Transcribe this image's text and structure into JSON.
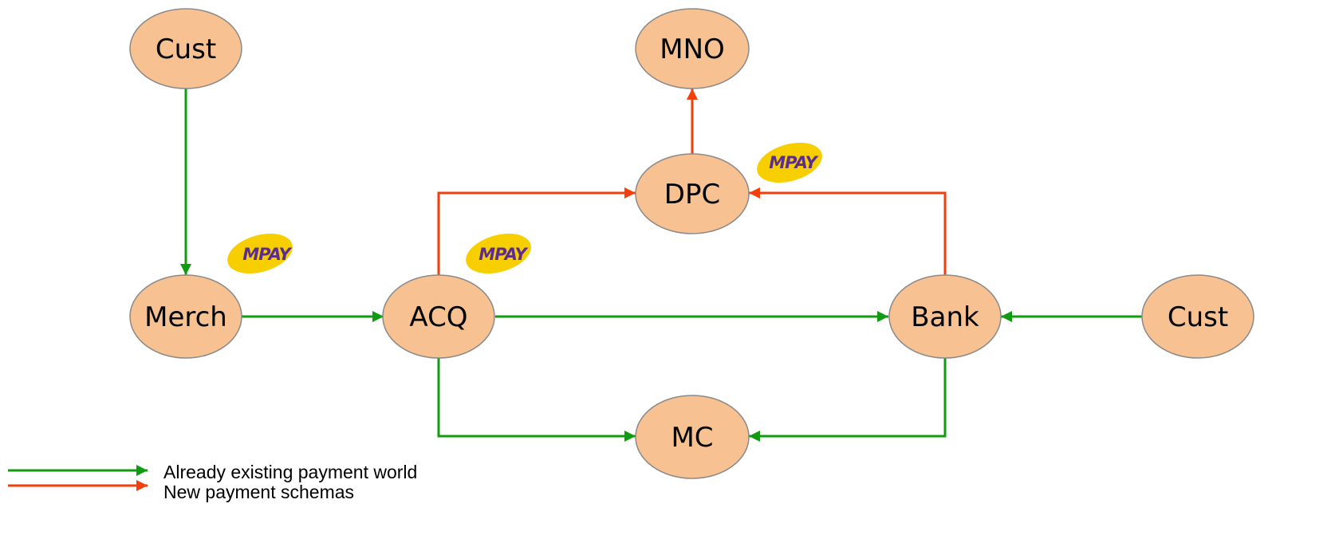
{
  "nodes": {
    "cust_top": "Cust",
    "mno": "MNO",
    "dpc": "DPC",
    "merch": "Merch",
    "acq": "ACQ",
    "bank": "Bank",
    "cust_right": "Cust",
    "mc": "MC"
  },
  "badges": {
    "merch": "MPAY",
    "acq": "MPAY",
    "dpc": "MPAY"
  },
  "legend": {
    "existing": "Already existing payment world",
    "new": "New payment schemas"
  },
  "colors": {
    "existing_flow": "#119b11",
    "new_flow": "#f23f0c",
    "node_fill": "#f8c191",
    "badge_fill": "#f7cf00",
    "badge_text": "#5b2d91"
  }
}
